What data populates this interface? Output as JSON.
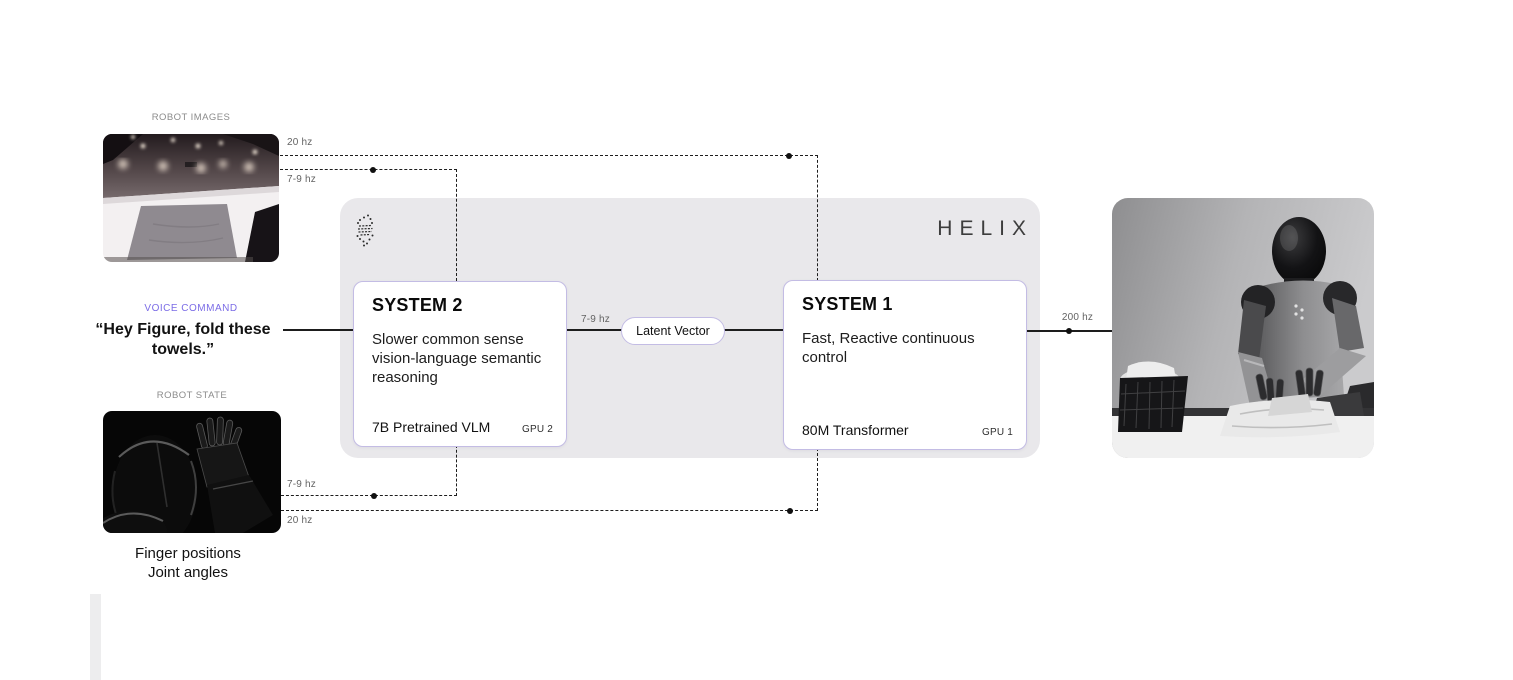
{
  "colors": {
    "accent_purple": "#7b6ce6",
    "box_border": "#c3bce4",
    "panel_bg": "#e9e8eb",
    "line": "#1d1d1d",
    "label_gray": "#8b8b8b"
  },
  "inputs": {
    "robot_images": {
      "label": "ROBOT IMAGES"
    },
    "voice_command": {
      "label": "VOICE COMMAND",
      "line1": "“Hey Figure, fold these",
      "line2": "towels.”"
    },
    "robot_state": {
      "label": "ROBOT STATE",
      "caption1": "Finger positions",
      "caption2": "Joint angles"
    }
  },
  "freq": {
    "top_images_20hz": "20 hz",
    "top_images_79hz": "7-9 hz",
    "latent_79hz": "7-9 hz",
    "output_200hz": "200 hz",
    "bottom_state_79hz": "7-9 hz",
    "bottom_state_20hz": "20 hz"
  },
  "panel": {
    "brand": "HELIX",
    "latent_vector_label": "Latent Vector",
    "system2": {
      "title": "SYSTEM 2",
      "description": "Slower common sense vision-language semantic reasoning",
      "model": "7B Pretrained VLM",
      "gpu": "GPU 2"
    },
    "system1": {
      "title": "SYSTEM 1",
      "description": "Fast, Reactive continuous control",
      "model": "80M Transformer",
      "gpu": "GPU 1"
    }
  }
}
